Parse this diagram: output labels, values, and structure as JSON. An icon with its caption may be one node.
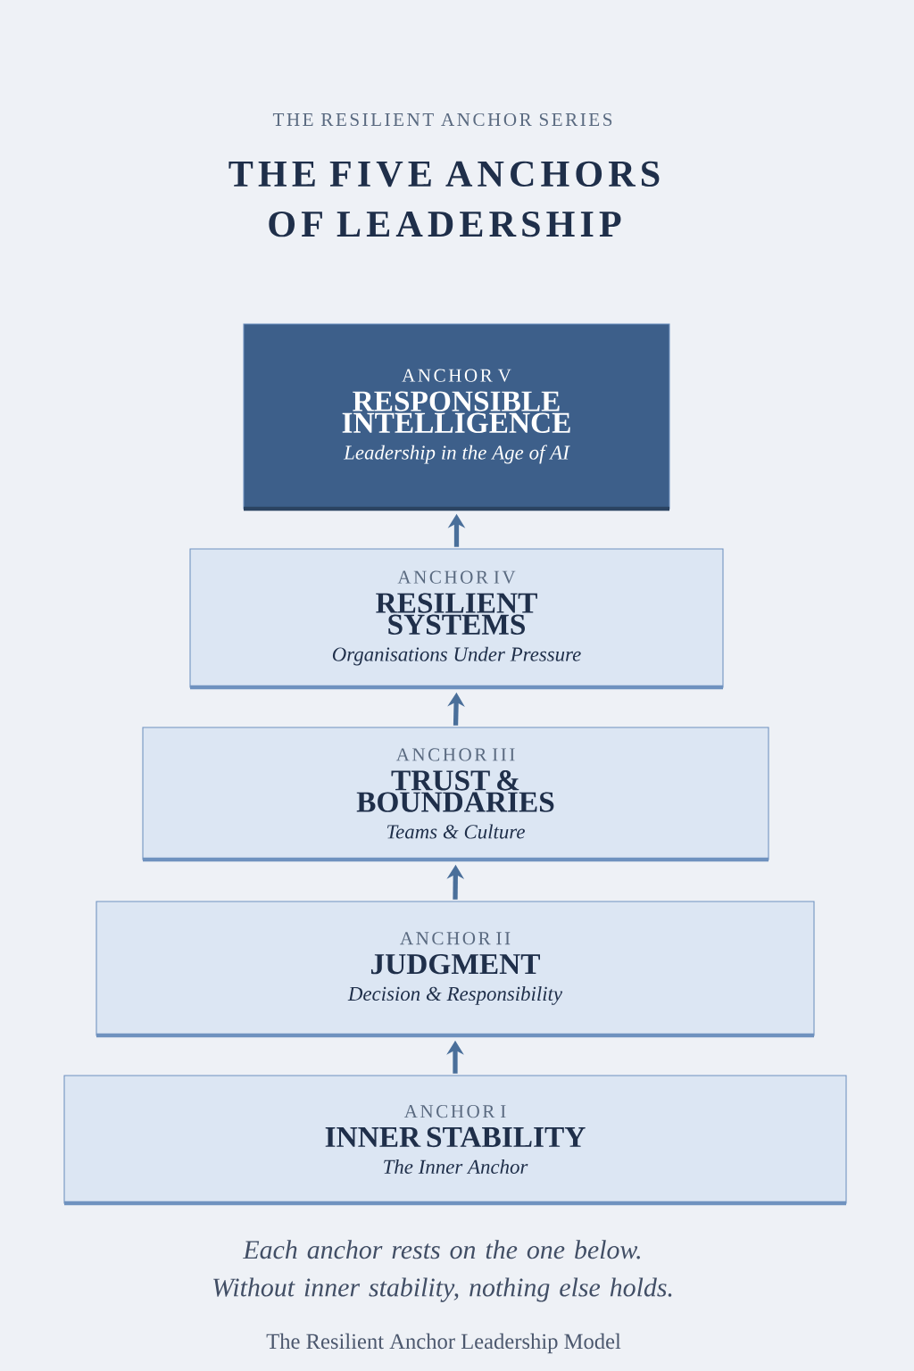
{
  "diagram": {
    "title": "THE FIVE ANCHORS OF LEADERSHIP",
    "caption": "Each anchor rests on the one below. Without inner stability, nothing else holds.",
    "nodes": [
      {
        "text": [
          "ANCHOR V",
          "RESPONSIBLE INTELLIGENCE",
          "Leadership in the Age of AI"
        ]
      },
      {
        "text": [
          "ANCHOR IV",
          "RESILIENT SYSTEMS",
          "Organisations Under Pressure"
        ]
      },
      {
        "text": [
          "ANCHOR III",
          "TRUST & BOUNDARIES",
          "Teams & Culture"
        ]
      },
      {
        "text": [
          "ANCHOR II",
          "JUDGMENT",
          "Decision & Responsibility"
        ]
      },
      {
        "text": [
          "ANCHOR I",
          "INNER STABILITY",
          "The Inner Anchor"
        ]
      }
    ],
    "edges": [
      {
        "from": 4,
        "to": 3,
        "arrow": "to"
      },
      {
        "from": 3,
        "to": 2,
        "arrow": "to"
      },
      {
        "from": 2,
        "to": 1,
        "arrow": "to"
      },
      {
        "from": 1,
        "to": 0,
        "arrow": "to"
      }
    ],
    "labels": [
      "THE RESILIENT ANCHOR SERIES",
      "The Resilient Anchor Leadership Model"
    ]
  }
}
